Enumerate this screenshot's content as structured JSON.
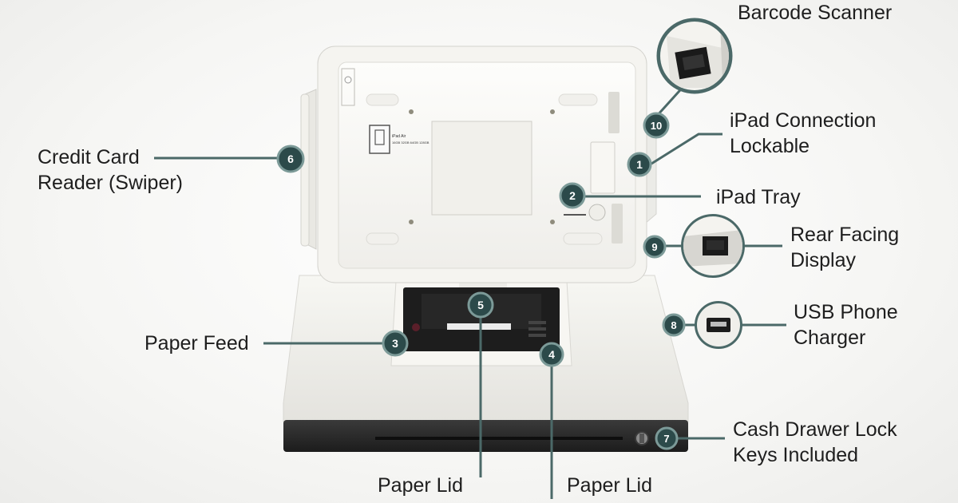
{
  "device": {
    "ipad_label": "iPad Air",
    "ipad_capacity": "16GB 32GB 64GB 128GB"
  },
  "callouts": [
    {
      "id": "barcode",
      "number": "10",
      "lines": [
        "Barcode Scanner"
      ]
    },
    {
      "id": "ipad-connection",
      "number": "1",
      "lines": [
        "iPad Connection",
        "Lockable"
      ]
    },
    {
      "id": "ipad-tray",
      "number": "2",
      "lines": [
        "iPad Tray"
      ]
    },
    {
      "id": "rear-display",
      "number": "9",
      "lines": [
        "Rear Facing",
        "Display"
      ]
    },
    {
      "id": "usb-charger",
      "number": "8",
      "lines": [
        "USB Phone",
        "Charger"
      ]
    },
    {
      "id": "cash-drawer-lock",
      "number": "7",
      "lines": [
        "Cash Drawer Lock",
        "Keys Included"
      ]
    },
    {
      "id": "credit-card-reader",
      "number": "6",
      "lines": [
        "Credit Card",
        "Reader (Swiper)"
      ]
    },
    {
      "id": "paper-feed",
      "number": "3",
      "lines": [
        "Paper Feed"
      ]
    },
    {
      "id": "paper-lid-5",
      "number": "5",
      "lines": [
        "Paper Lid"
      ]
    },
    {
      "id": "paper-lid-4",
      "number": "4",
      "lines": [
        "Paper Lid"
      ]
    }
  ],
  "colors": {
    "badge_fill": "#2c4a4a",
    "badge_ring": "#7c9a98",
    "leader_line": "#4b6968",
    "label_text": "#1e1e1e",
    "device_white": "#fbfbf8",
    "drawer_dark": "#2a2a2a"
  }
}
